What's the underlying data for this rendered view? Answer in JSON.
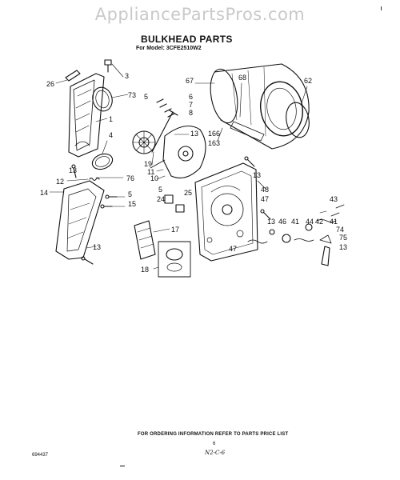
{
  "watermark": "AppliancePartsPros.com",
  "title": "BULKHEAD PARTS",
  "subtitle": "For Model: 3CFE2510W2",
  "footer_note": "FOR ORDERING INFORMATION REFER TO PARTS PRICE LIST",
  "page_number": "6",
  "document_number": "694437",
  "date_code": "N2-C-6",
  "callouts": [
    "26",
    "3",
    "73",
    "1",
    "4",
    "13",
    "12",
    "76",
    "14",
    "5",
    "15",
    "13",
    "5",
    "6",
    "7",
    "8",
    "67",
    "68",
    "62",
    "166",
    "163",
    "13",
    "19",
    "11",
    "10",
    "5",
    "24",
    "25",
    "13",
    "48",
    "47",
    "43",
    "13",
    "46",
    "41",
    "44",
    "42",
    "41",
    "74",
    "75",
    "13",
    "47",
    "17",
    "18"
  ]
}
